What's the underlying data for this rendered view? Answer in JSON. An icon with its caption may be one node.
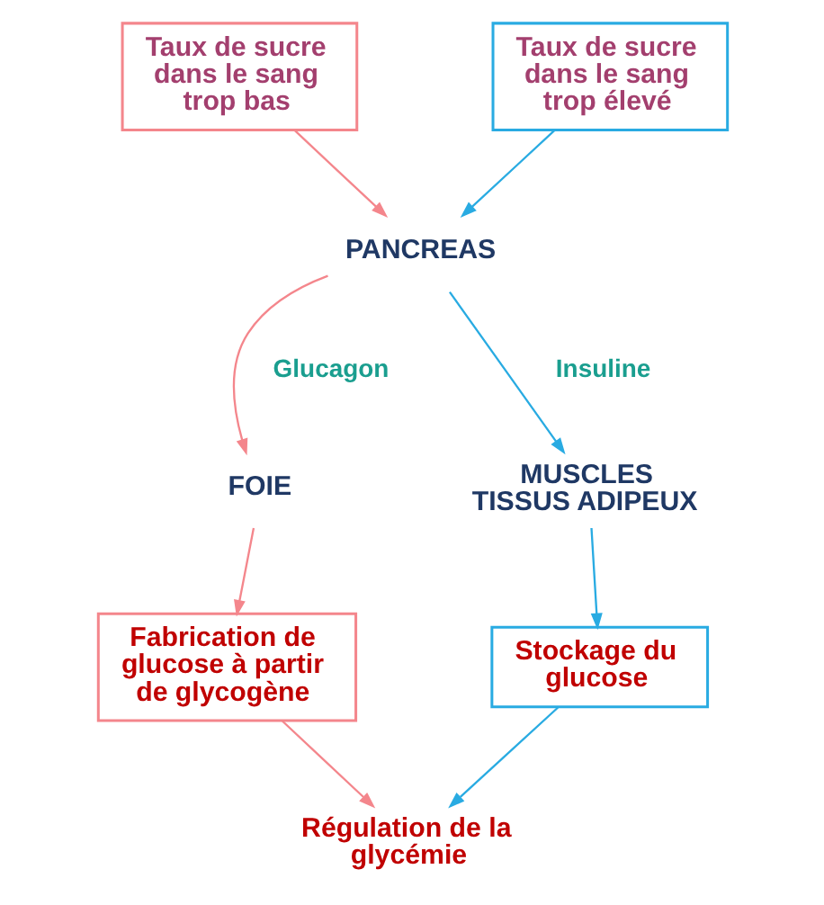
{
  "diagram": {
    "nodes": [
      {
        "text": [
          "Taux de sucre dans le sang trop bas"
        ]
      },
      {
        "text": [
          "Taux de sucre dans le sang trop élevé"
        ]
      },
      {
        "text": [
          "PANCREAS"
        ]
      },
      {
        "text": [
          "FOIE"
        ]
      },
      {
        "text": [
          "MUSCLES TISSUS ADIPEUX"
        ]
      },
      {
        "text": [
          "Fabrication de glucose à partir de glycogène"
        ]
      },
      {
        "text": [
          "Stockage du glucose"
        ]
      },
      {
        "text": [
          "Régulation de la glycémie"
        ]
      }
    ],
    "edges": [
      {
        "from": 0,
        "to": 2,
        "arrow": "to",
        "color": "#f4868c"
      },
      {
        "from": 1,
        "to": 2,
        "arrow": "to",
        "color": "#29abe2"
      },
      {
        "from": 2,
        "to": 3,
        "arrow": "to",
        "label": "Glucagon",
        "color": "#f4868c"
      },
      {
        "from": 2,
        "to": 4,
        "arrow": "to",
        "label": "Insuline",
        "color": "#29abe2"
      },
      {
        "from": 3,
        "to": 5,
        "arrow": "to",
        "color": "#f4868c"
      },
      {
        "from": 4,
        "to": 6,
        "arrow": "to",
        "color": "#29abe2"
      },
      {
        "from": 5,
        "to": 7,
        "arrow": "to",
        "color": "#f4868c"
      },
      {
        "from": 6,
        "to": 7,
        "arrow": "to",
        "color": "#29abe2"
      }
    ]
  }
}
